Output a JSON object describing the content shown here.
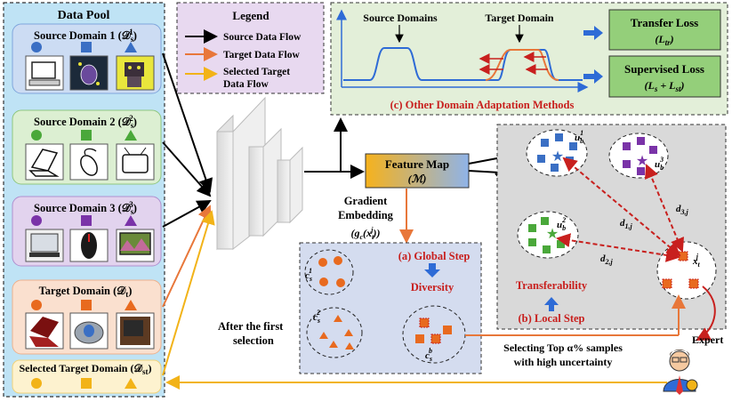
{
  "data_pool": {
    "title": "Data Pool",
    "domains": [
      {
        "label": "Source Domain 1 (𝒟",
        "sub": "s",
        "sup": "1",
        "color": "#3a6fc4",
        "bg": "#ccdcf3",
        "border": "#7fa6dc"
      },
      {
        "label": "Source Domain 2 (𝒟",
        "sub": "s",
        "sup": "2",
        "color": "#4aa83a",
        "bg": "#dcefd2",
        "border": "#8fc77e"
      },
      {
        "label": "Source Domain 3 (𝒟",
        "sub": "s",
        "sup": "3",
        "color": "#7a33a8",
        "bg": "#e2d3ee",
        "border": "#b08fcf"
      },
      {
        "label": "Target Domain (𝒟",
        "sub": "t",
        "sup": "",
        "color": "#e86a1f",
        "bg": "#fae0cf",
        "border": "#eeb18c"
      },
      {
        "label": "Selected Target Domain (𝒟",
        "sub": "st",
        "sup": "",
        "color": "#f2b318",
        "bg": "#fdf2cf",
        "border": "#f0d37a"
      }
    ]
  },
  "legend": {
    "title": "Legend",
    "items": [
      {
        "label": "Source Data Flow",
        "color": "#000000"
      },
      {
        "label": "Target Data Flow",
        "color": "#e8773a"
      },
      {
        "label": "Selected Target",
        "label2": "Data Flow",
        "color": "#f2b318"
      }
    ]
  },
  "other_methods": {
    "source_label": "Source Domains",
    "target_label": "Target Domain",
    "caption": "(c) Other Domain Adaptation Methods",
    "losses": [
      {
        "name": "Transfer Loss",
        "formula": "(L",
        "sub": "tr",
        "tail": ")"
      },
      {
        "name": "Supervised Loss",
        "formula": "(L",
        "sub": "s",
        "mid": " + L",
        "sub2": "st",
        "tail": ")"
      }
    ]
  },
  "feature_map": {
    "title": "Feature Map",
    "symbol": "(ℳ)"
  },
  "gradient": {
    "line1": "Gradient",
    "line2": "Embedding",
    "formula": "(g",
    "sub": "c",
    "mid": "(x",
    "xsub": "t",
    "xsup": "j",
    "tail": "))"
  },
  "global_step": {
    "caption": "(a) Global Step",
    "diversity": "Diversity",
    "clusters": [
      {
        "name": "c",
        "sub": "s",
        "sup": "1"
      },
      {
        "name": "c",
        "sub": "s",
        "sup": "2"
      },
      {
        "name": "c",
        "sub": "s",
        "sup": "b"
      }
    ]
  },
  "local_step": {
    "caption": "(b) Local Step",
    "transferability": "Transferability",
    "prototypes": [
      {
        "name": "u",
        "sub": "b",
        "sup": "1"
      },
      {
        "name": "u",
        "sub": "b",
        "sup": "3"
      },
      {
        "name": "u",
        "sub": "b",
        "sup": "2"
      }
    ],
    "target": {
      "name": "x",
      "sub": "t",
      "sup": "j"
    },
    "distances": [
      {
        "name": "d",
        "sub": "1,j"
      },
      {
        "name": "d",
        "sub": "2,j"
      },
      {
        "name": "d",
        "sub": "3,j"
      }
    ]
  },
  "after_first": {
    "line1": "After the first",
    "line2": "selection"
  },
  "selecting": {
    "line1": "Selecting Top α% samples",
    "line2": "with high uncertainty"
  },
  "expert": "Expert",
  "colors": {
    "blue": "#3a6fc4",
    "green": "#4aa83a",
    "purple": "#7a33a8",
    "orange": "#e86a1f",
    "yellow": "#f2b318",
    "red": "#c8201e",
    "pool_bg": "#bfe3f5",
    "legend_bg": "#e8d9f0",
    "other_bg": "#e3efd9",
    "global_bg": "#d4dcef",
    "local_bg": "#d9d9d9",
    "loss_bg": "#94cf7a"
  }
}
